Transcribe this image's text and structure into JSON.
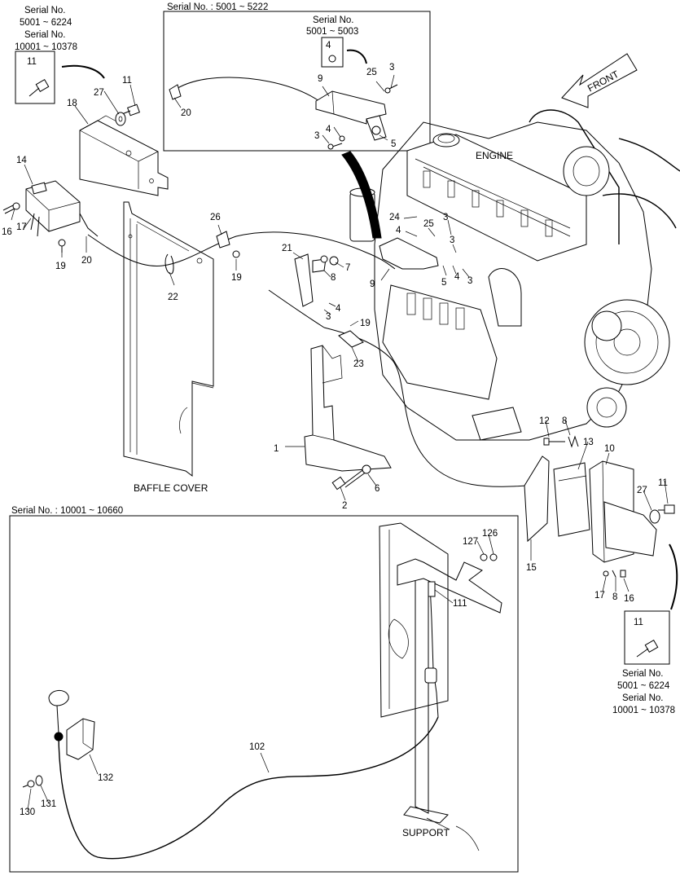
{
  "labels": {
    "engine": "ENGINE",
    "front": "FRONT",
    "baffle_cover": "BAFFLE COVER",
    "support": "SUPPORT"
  },
  "serial_texts": {
    "tl_serial_1": "Serial No.",
    "tl_range_1": "5001 ~ 6224",
    "tl_serial_2": "Serial No.",
    "tl_range_2": "10001 ~ 10378",
    "top_box_title": "Serial No. : 5001 ~ 5222",
    "top_inner_serial": "Serial No.",
    "top_inner_range": "5001 ~ 5003",
    "bottom_box_title": "Serial No. : 10001 ~ 10660",
    "br_serial_1": "Serial No.",
    "br_range_1": "5001 ~ 6224",
    "br_serial_2": "Serial No.",
    "br_range_2": "10001 ~ 10378"
  },
  "callouts": {
    "c11_tl": "11",
    "c27_tl": "27",
    "c11_tl2": "11",
    "c18": "18",
    "c14": "14",
    "c16_l": "16",
    "c17_l": "17",
    "c19_l": "19",
    "c20_l": "20",
    "c26": "26",
    "c19_m": "19",
    "c22": "22",
    "c20_top": "20",
    "c4_top": "4",
    "c25_top": "25",
    "c3_top": "3",
    "c9_top": "9",
    "c3_top2": "3",
    "c4_top2": "4",
    "c5_top": "5",
    "c24": "24",
    "c25_m": "25",
    "c3_m1": "3",
    "c4_m": "4",
    "c3_m2": "3",
    "c21": "21",
    "c7": "7",
    "c8_m": "8",
    "c9_m": "9",
    "c5_m": "5",
    "c4_m2": "4",
    "c3_m3": "3",
    "c3_m4": "3",
    "c4_m3": "4",
    "c19_m2": "19",
    "c23": "23",
    "c1": "1",
    "c6": "6",
    "c2": "2",
    "c12": "12",
    "c8_r": "8",
    "c13": "13",
    "c10": "10",
    "c11_r": "11",
    "c27_r": "27",
    "c15": "15",
    "c17_r": "17",
    "c8_r2": "8",
    "c16_r": "16",
    "c11_br": "11",
    "c127": "127",
    "c126": "126",
    "c111": "111",
    "c102": "102",
    "c132": "132",
    "c131": "131",
    "c130": "130"
  }
}
